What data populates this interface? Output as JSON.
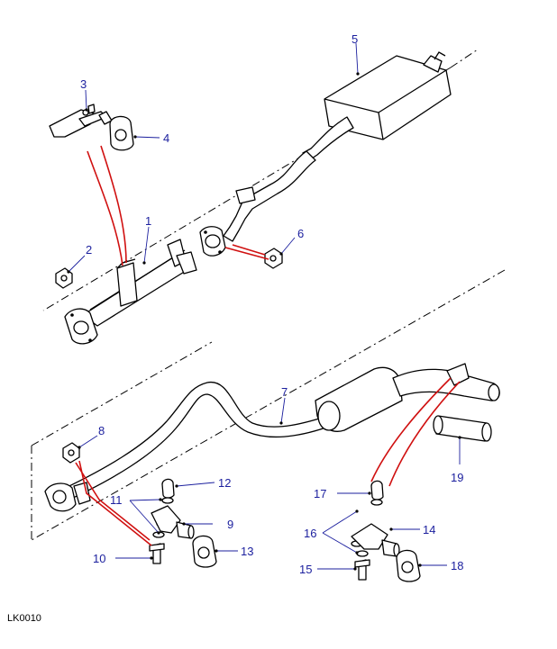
{
  "diagram": {
    "reference_code": "LK0010",
    "callouts": [
      {
        "id": "c1",
        "label": "1"
      },
      {
        "id": "c2",
        "label": "2"
      },
      {
        "id": "c3",
        "label": "3"
      },
      {
        "id": "c4",
        "label": "4"
      },
      {
        "id": "c5",
        "label": "5"
      },
      {
        "id": "c6",
        "label": "6"
      },
      {
        "id": "c7",
        "label": "7"
      },
      {
        "id": "c8",
        "label": "8"
      },
      {
        "id": "c9",
        "label": "9"
      },
      {
        "id": "c10",
        "label": "10"
      },
      {
        "id": "c11",
        "label": "11"
      },
      {
        "id": "c12",
        "label": "12"
      },
      {
        "id": "c13",
        "label": "13"
      },
      {
        "id": "c14",
        "label": "14"
      },
      {
        "id": "c15",
        "label": "15"
      },
      {
        "id": "c16",
        "label": "16"
      },
      {
        "id": "c17",
        "label": "17"
      },
      {
        "id": "c18",
        "label": "18"
      },
      {
        "id": "c19",
        "label": "19"
      }
    ],
    "colors": {
      "callout_text": "#1b1f9e",
      "assembly_link": "#d01010",
      "line_art": "#000000",
      "background": "#ffffff"
    }
  }
}
